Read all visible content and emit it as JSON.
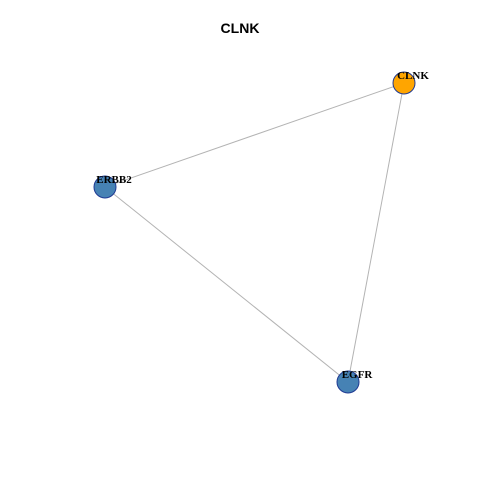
{
  "title": "CLNK",
  "colors": {
    "query_node": "#ffa500",
    "neighbor_node": "#4682b4",
    "node_border": "#1f3a93",
    "edge": "#b3b3b3"
  },
  "nodes": [
    {
      "id": "CLNK",
      "label": "CLNK",
      "role": "query"
    },
    {
      "id": "ERBB2",
      "label": "ERBB2",
      "role": "neighbor"
    },
    {
      "id": "EGFR",
      "label": "EGFR",
      "role": "neighbor"
    }
  ],
  "edges": [
    {
      "source": "CLNK",
      "target": "ERBB2"
    },
    {
      "source": "CLNK",
      "target": "EGFR"
    },
    {
      "source": "ERBB2",
      "target": "EGFR"
    }
  ]
}
